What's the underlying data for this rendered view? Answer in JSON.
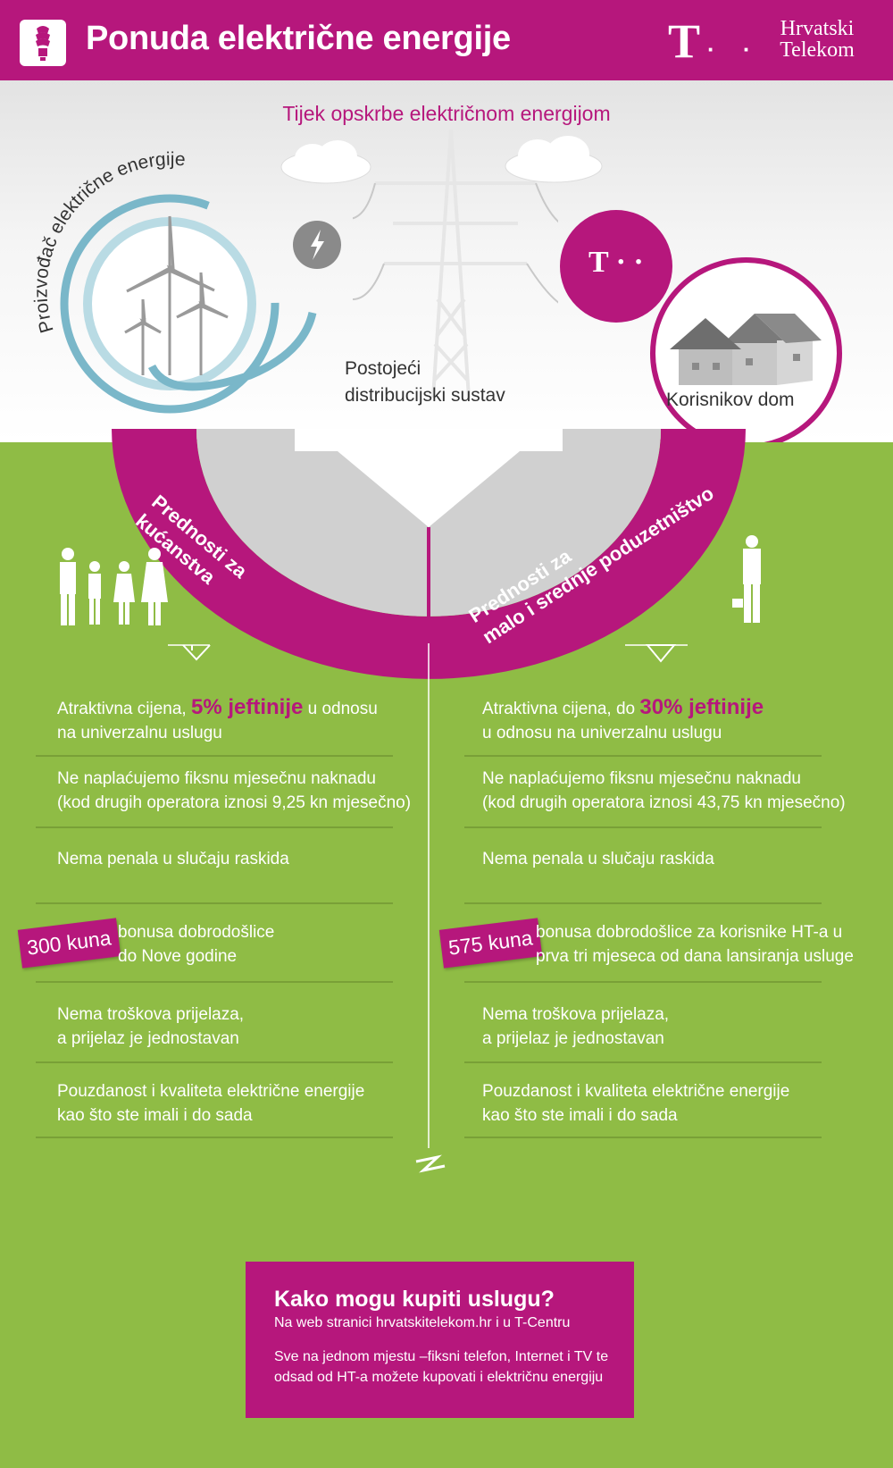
{
  "header": {
    "title": "Ponuda električne energije",
    "brand_t": "T",
    "brand_dots": "· ·",
    "brand_name_line1": "Hrvatski",
    "brand_name_line2": "Telekom"
  },
  "flow": {
    "title": "Tijek opskrbe električnom energijom",
    "producer_label": "Proizvođač električne energije",
    "distribution_line1": "Postojeći",
    "distribution_line2": "distribucijski sustav",
    "home_label": "Korisnikov dom",
    "t_logo": "T · ·"
  },
  "sections": {
    "household_title_1": "Prednosti za",
    "household_title_2": "kućanstva",
    "business_title_1": "Prednosti za",
    "business_title_2": "malo i srednje poduzetništvo"
  },
  "household": {
    "price_prefix": "Atraktivna cijena,",
    "price_highlight": "5% jeftinije",
    "price_suffix": "u odnosu",
    "price_line2": "na univerzalnu uslugu",
    "fee_line1": "Ne naplaćujemo fiksnu mjesečnu naknadu",
    "fee_line2": "(kod drugih operatora iznosi 9,25 kn mjesečno)",
    "penalty": "Nema penala u slučaju raskida",
    "bonus_badge": "300 kuna",
    "bonus_line1": "bonusa dobrodošlice",
    "bonus_line2": "do Nove godine",
    "switch_line1": "Nema troškova prijelaza,",
    "switch_line2": "a prijelaz je jednostavan",
    "quality_line1": "Pouzdanost i kvaliteta električne energije",
    "quality_line2": "kao što ste imali i do sada"
  },
  "business": {
    "price_prefix": "Atraktivna cijena, do",
    "price_highlight": "30% jeftinije",
    "price_line2": "u odnosu na univerzalnu uslugu",
    "fee_line1": "Ne naplaćujemo fiksnu mjesečnu naknadu",
    "fee_line2": "(kod drugih operatora iznosi 43,75 kn mjesečno)",
    "penalty": "Nema penala u slučaju raskida",
    "bonus_badge": "575 kuna",
    "bonus_line1": "bonusa dobrodošlice za korisnike HT-a u",
    "bonus_line2": "prva tri mjeseca od dana lansiranja usluge",
    "switch_line1": "Nema troškova prijelaza,",
    "switch_line2": "a prijelaz je jednostavan",
    "quality_line1": "Pouzdanost i kvaliteta električne energije",
    "quality_line2": "kao što ste imali i do sada"
  },
  "cta": {
    "title": "Kako mogu kupiti uslugu?",
    "subtitle": "Na web stranici hrvatskitelekom.hr i u T-Centru",
    "body": "Sve na jednom mjestu –fiksni telefon, Internet i TV te odsad od HT-a možete kupovati i električnu energiju"
  },
  "colors": {
    "magenta": "#b6177c",
    "green": "#8fbc45",
    "grey": "#cfcfcf",
    "teal": "#6fb2c6"
  },
  "icons": [
    "lightbulb-icon",
    "wind-turbine-icon",
    "lightning-icon",
    "power-pylon-icon",
    "cloud-icon",
    "house-icon",
    "family-icon",
    "businessman-icon",
    "down-arrow-icon"
  ]
}
